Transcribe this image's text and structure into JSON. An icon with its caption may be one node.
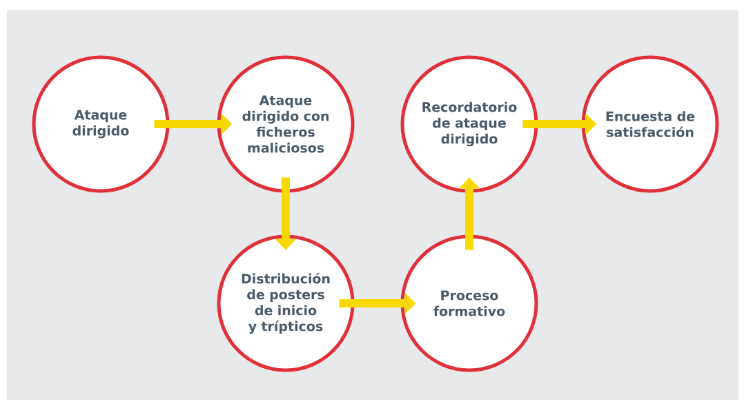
{
  "diagram": {
    "nodes": [
      {
        "text": [
          "Ataque dirigido"
        ]
      },
      {
        "text": [
          "Ataque dirigido con ficheros maliciosos"
        ]
      },
      {
        "text": [
          "Recordatorio de ataque dirigido"
        ]
      },
      {
        "text": [
          "Encuesta de satisfacción"
        ]
      },
      {
        "text": [
          "Distribución de posters de inicio y trípticos"
        ]
      },
      {
        "text": [
          "Proceso formativo"
        ]
      }
    ],
    "edges": [
      {
        "from": 0,
        "to": 1,
        "arrow": "to"
      },
      {
        "from": 1,
        "to": 4,
        "arrow": "to"
      },
      {
        "from": 4,
        "to": 5,
        "arrow": "to"
      },
      {
        "from": 5,
        "to": 2,
        "arrow": "to"
      },
      {
        "from": 2,
        "to": 3,
        "arrow": "to"
      }
    ]
  }
}
